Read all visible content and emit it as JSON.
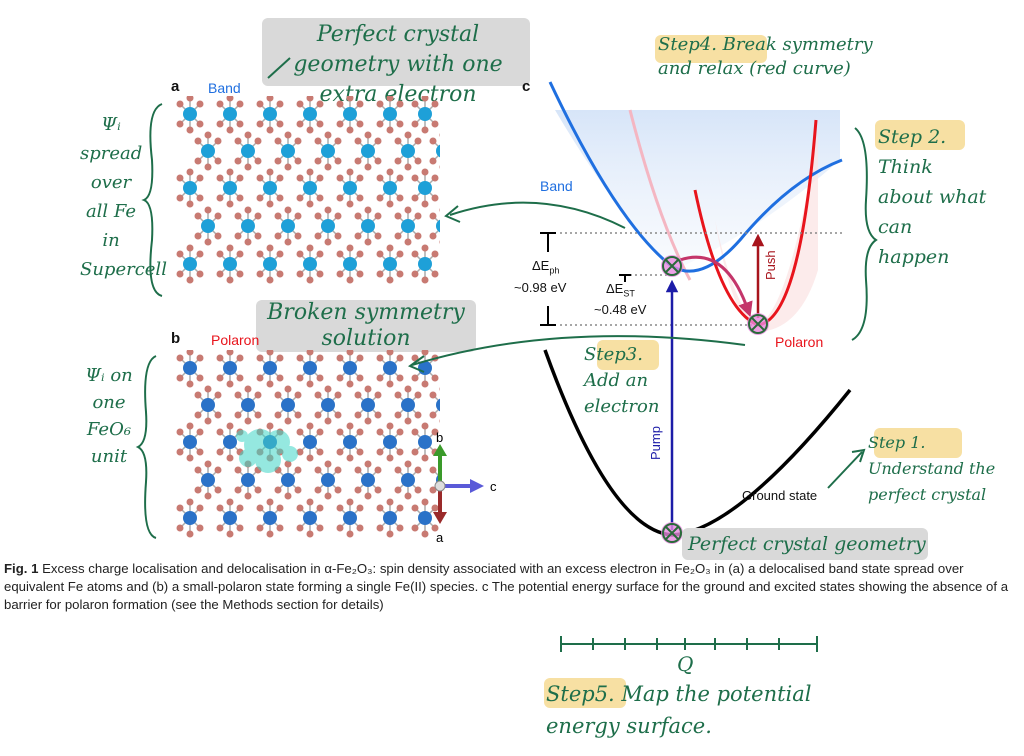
{
  "annotations": {
    "top_title": "Perfect crystal geometry with one extra electron",
    "left_a": "Ψᵢ spread over all Fe in Supercell",
    "mid_title": "Broken symmetry solution",
    "left_b": "Ψᵢ on one FeO₆ unit",
    "step4": "Step4. Break symmetry and relax (red curve)",
    "step2": "Step 2. Think about what can happen",
    "step3": "Step3. Add an electron",
    "step1": "Step 1. Understand the perfect crystal",
    "perfect": "Perfect crystal geometry",
    "step5": "Step5. Map the potential energy surface.",
    "q_label": "Q"
  },
  "panels": {
    "a_letter": "a",
    "a_label": "Band",
    "b_letter": "b",
    "b_label": "Polaron",
    "c_letter": "c",
    "axis_b": "b",
    "axis_c": "c",
    "axis_a": "a"
  },
  "energy_diagram": {
    "band_label": "Band",
    "polaron_label": "Polaron",
    "ground_label": "Ground state",
    "push_label": "Push",
    "pump_label": "Pump",
    "delta_eph": "ΔE",
    "delta_eph_sub": "ph",
    "delta_eph_value": "~0.98 eV",
    "delta_est": "ΔE",
    "delta_est_sub": "ST",
    "delta_est_value": "~0.48 eV"
  },
  "caption": {
    "fig": "Fig. 1",
    "text": "Excess charge localisation and delocalisation in α-Fe₂O₃: spin density associated with an excess electron in Fe₂O₃ in (a) a delocalised band state spread over equivalent Fe atoms and (b) a small-polaron state forming a single Fe(II) species. c The potential energy surface for the ground and excited states showing the absence of a barrier for polaron formation (see the Methods section for details)"
  },
  "colors": {
    "band": "#1f6fe0",
    "polaron": "#e8141c",
    "ground": "#000000",
    "pump": "#1c1ca8",
    "push": "#a8141c",
    "handwriting": "#1e6e4a",
    "highlight_yellow": "#f7e0a3",
    "highlight_grey": "#d9d9d9",
    "fe_atom": "#1ea0d8",
    "o_atom": "#c87a72"
  }
}
